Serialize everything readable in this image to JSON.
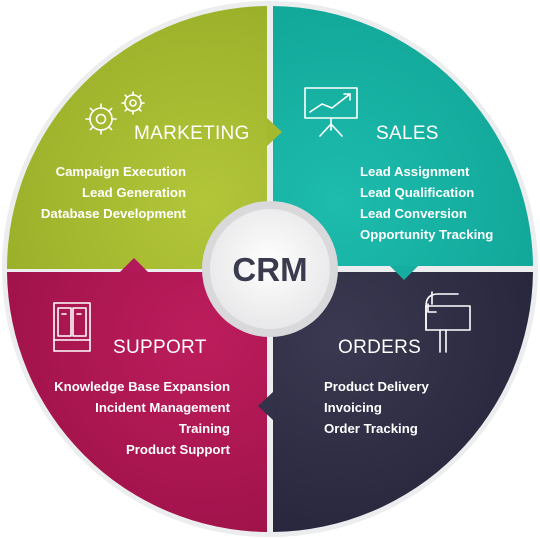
{
  "center": {
    "label": "CRM"
  },
  "quadrants": {
    "marketing": {
      "title": "MARKETING",
      "icon": "gears-icon",
      "color": "#a9bd32",
      "items": [
        "Campaign Execution",
        "Lead Generation",
        "Database Development"
      ]
    },
    "sales": {
      "title": "SALES",
      "icon": "presentation-chart-icon",
      "color": "#19b3a5",
      "items": [
        "Lead Assignment",
        "Lead Qualification",
        "Lead Conversion",
        "Opportunity Tracking"
      ]
    },
    "support": {
      "title": "SUPPORT",
      "icon": "cabinet-icon",
      "color": "#b11855",
      "items": [
        "Knowledge Base Expansion",
        "Incident Management",
        "Training",
        "Product Support"
      ]
    },
    "orders": {
      "title": "ORDERS",
      "icon": "mailbox-icon",
      "color": "#2f2e45",
      "items": [
        "Product Delivery",
        "Invoicing",
        "Order Tracking"
      ]
    }
  }
}
